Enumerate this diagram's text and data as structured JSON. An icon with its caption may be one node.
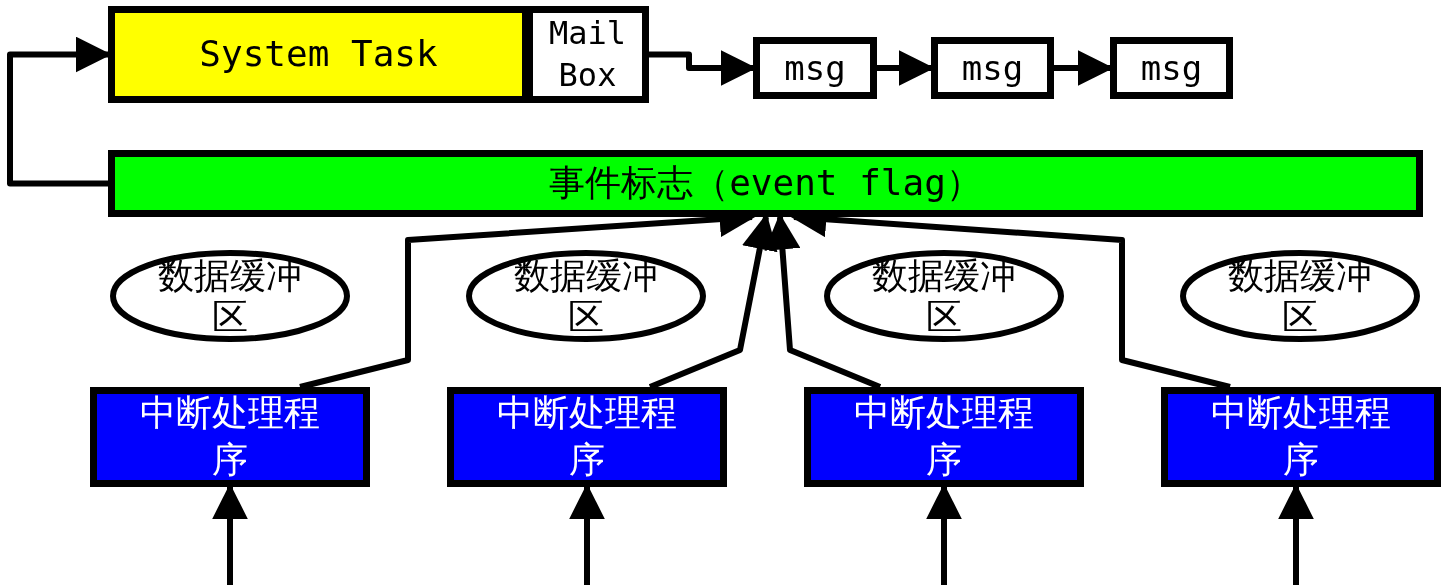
{
  "diagram": {
    "nodes": [
      {
        "text": [
          "System Task"
        ]
      },
      {
        "text": [
          "Mail Box"
        ]
      },
      {
        "text": [
          "msg"
        ]
      },
      {
        "text": [
          "msg"
        ]
      },
      {
        "text": [
          "msg"
        ]
      },
      {
        "text": [
          "事件标志（event flag）"
        ]
      },
      {
        "text": [
          "数据缓冲区"
        ]
      },
      {
        "text": [
          "数据缓冲区"
        ]
      },
      {
        "text": [
          "数据缓冲区"
        ]
      },
      {
        "text": [
          "数据缓冲区"
        ]
      },
      {
        "text": [
          "中断处理程序"
        ]
      },
      {
        "text": [
          "中断处理程序"
        ]
      },
      {
        "text": [
          "中断处理程序"
        ]
      },
      {
        "text": [
          "中断处理程序"
        ]
      }
    ],
    "edges": [
      {
        "from": 5,
        "to": 0,
        "arrow": "to"
      },
      {
        "from": 1,
        "to": 2,
        "arrow": "to"
      },
      {
        "from": 2,
        "to": 3,
        "arrow": "to"
      },
      {
        "from": 3,
        "to": 4,
        "arrow": "to"
      },
      {
        "from": 10,
        "to": 5,
        "arrow": "to"
      },
      {
        "from": 11,
        "to": 5,
        "arrow": "to"
      },
      {
        "from": 12,
        "to": 5,
        "arrow": "to"
      },
      {
        "from": 13,
        "to": 5,
        "arrow": "to"
      },
      {
        "from": null,
        "to": 10,
        "arrow": "to"
      },
      {
        "from": null,
        "to": 11,
        "arrow": "to"
      },
      {
        "from": null,
        "to": 12,
        "arrow": "to"
      },
      {
        "from": null,
        "to": 13,
        "arrow": "to"
      }
    ]
  }
}
